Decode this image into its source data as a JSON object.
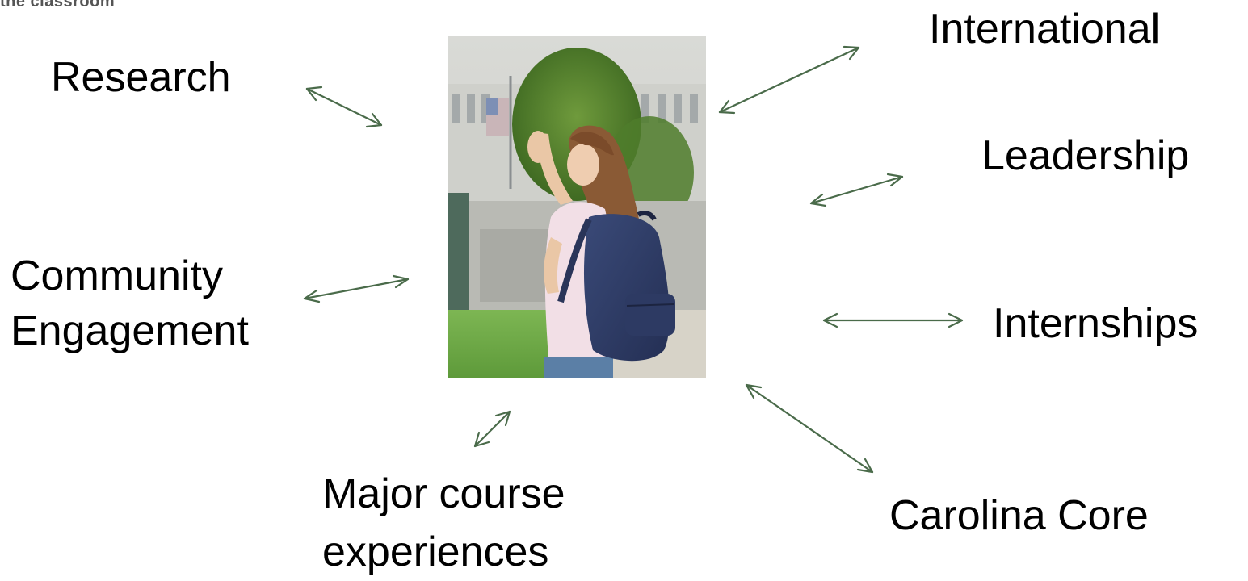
{
  "header": {
    "fragment": "the classroom"
  },
  "labels": {
    "research": "Research",
    "international": "International",
    "leadership": "Leadership",
    "community_line1": "Community",
    "community_line2": "Engagement",
    "internships": "Internships",
    "major_line1": "Major course",
    "major_line2": "experiences",
    "carolina_core": "Carolina Core"
  },
  "colors": {
    "arrow": "#4a6b4a",
    "text": "#000000"
  },
  "photo": {
    "subject": "student-waving-with-backpack"
  }
}
